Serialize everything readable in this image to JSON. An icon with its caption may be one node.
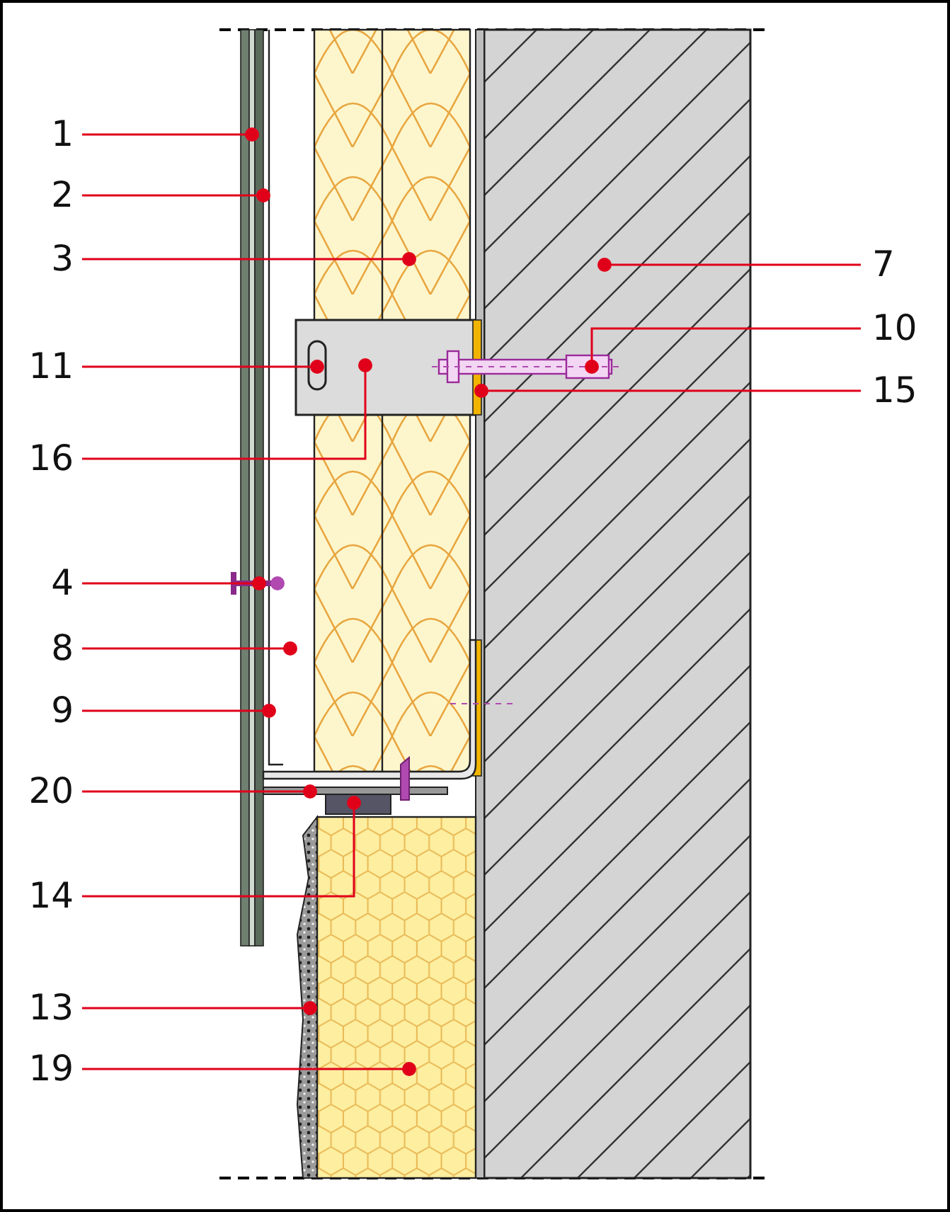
{
  "diagram": {
    "nodes": [
      {
        "text": [
          "1"
        ]
      },
      {
        "text": [
          "2"
        ]
      },
      {
        "text": [
          "3"
        ]
      },
      {
        "text": [
          "7"
        ]
      },
      {
        "text": [
          "10"
        ]
      },
      {
        "text": [
          "11"
        ]
      },
      {
        "text": [
          "15"
        ]
      },
      {
        "text": [
          "16"
        ]
      },
      {
        "text": [
          "4"
        ]
      },
      {
        "text": [
          "8"
        ]
      },
      {
        "text": [
          "9"
        ]
      },
      {
        "text": [
          "20"
        ]
      },
      {
        "text": [
          "14"
        ]
      },
      {
        "text": [
          "13"
        ]
      },
      {
        "text": [
          "19"
        ]
      }
    ],
    "edges": [
      {
        "from": 0,
        "to": null,
        "arrow": "other"
      },
      {
        "from": 1,
        "to": null,
        "arrow": "other"
      },
      {
        "from": 2,
        "to": null,
        "arrow": "other"
      },
      {
        "from": 3,
        "to": null,
        "arrow": "other"
      },
      {
        "from": 4,
        "to": null,
        "arrow": "other"
      },
      {
        "from": 5,
        "to": null,
        "arrow": "other"
      },
      {
        "from": 6,
        "to": null,
        "arrow": "other"
      },
      {
        "from": 7,
        "to": null,
        "arrow": "other"
      },
      {
        "from": 8,
        "to": null,
        "arrow": "other"
      },
      {
        "from": 9,
        "to": null,
        "arrow": "other"
      },
      {
        "from": 10,
        "to": null,
        "arrow": "other"
      },
      {
        "from": 11,
        "to": null,
        "arrow": "other"
      },
      {
        "from": 12,
        "to": null,
        "arrow": "other"
      },
      {
        "from": 13,
        "to": null,
        "arrow": "other"
      },
      {
        "from": 14,
        "to": null,
        "arrow": "other"
      }
    ]
  }
}
